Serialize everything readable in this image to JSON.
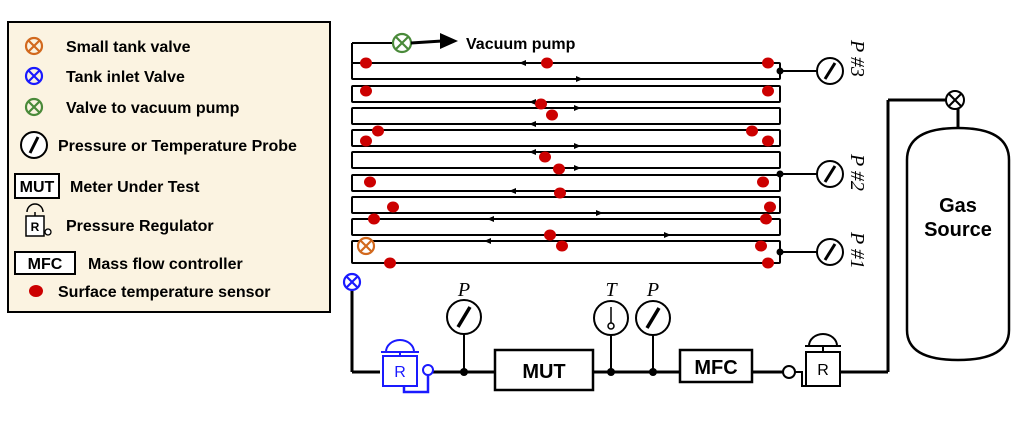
{
  "legend": {
    "small_tank_valve": "Small tank valve",
    "tank_inlet_valve": "Tank inlet Valve",
    "valve_to_vacuum_pump": "Valve to vacuum pump",
    "probe": "Pressure or Temperature Probe",
    "mut_abbrev": "MUT",
    "mut": "Meter Under Test",
    "regulator_symbol": "R",
    "regulator": "Pressure Regulator",
    "mfc_abbrev": "MFC",
    "mfc": "Mass flow controller",
    "surface_sensor": "Surface temperature sensor"
  },
  "diagram": {
    "vacuum_pump": "Vacuum pump",
    "gas_source_line1": "Gas",
    "gas_source_line2": "Source",
    "probe_p3": "P #3",
    "probe_p2": "P #2",
    "probe_p1": "P #1",
    "probe_p_left": "P",
    "probe_t": "T",
    "probe_p_right": "P",
    "mut_box": "MUT",
    "mfc_box": "MFC",
    "regulator_left": "R",
    "regulator_right": "R"
  },
  "colors": {
    "small_tank_valve": "#d2691e",
    "tank_inlet_valve": "#1a1aff",
    "valve_to_vacuum_pump": "#4a8a3a",
    "sensor": "#cc0000",
    "legend_bg": "#fbf3e1",
    "regulator_left": "#1a1aff"
  }
}
